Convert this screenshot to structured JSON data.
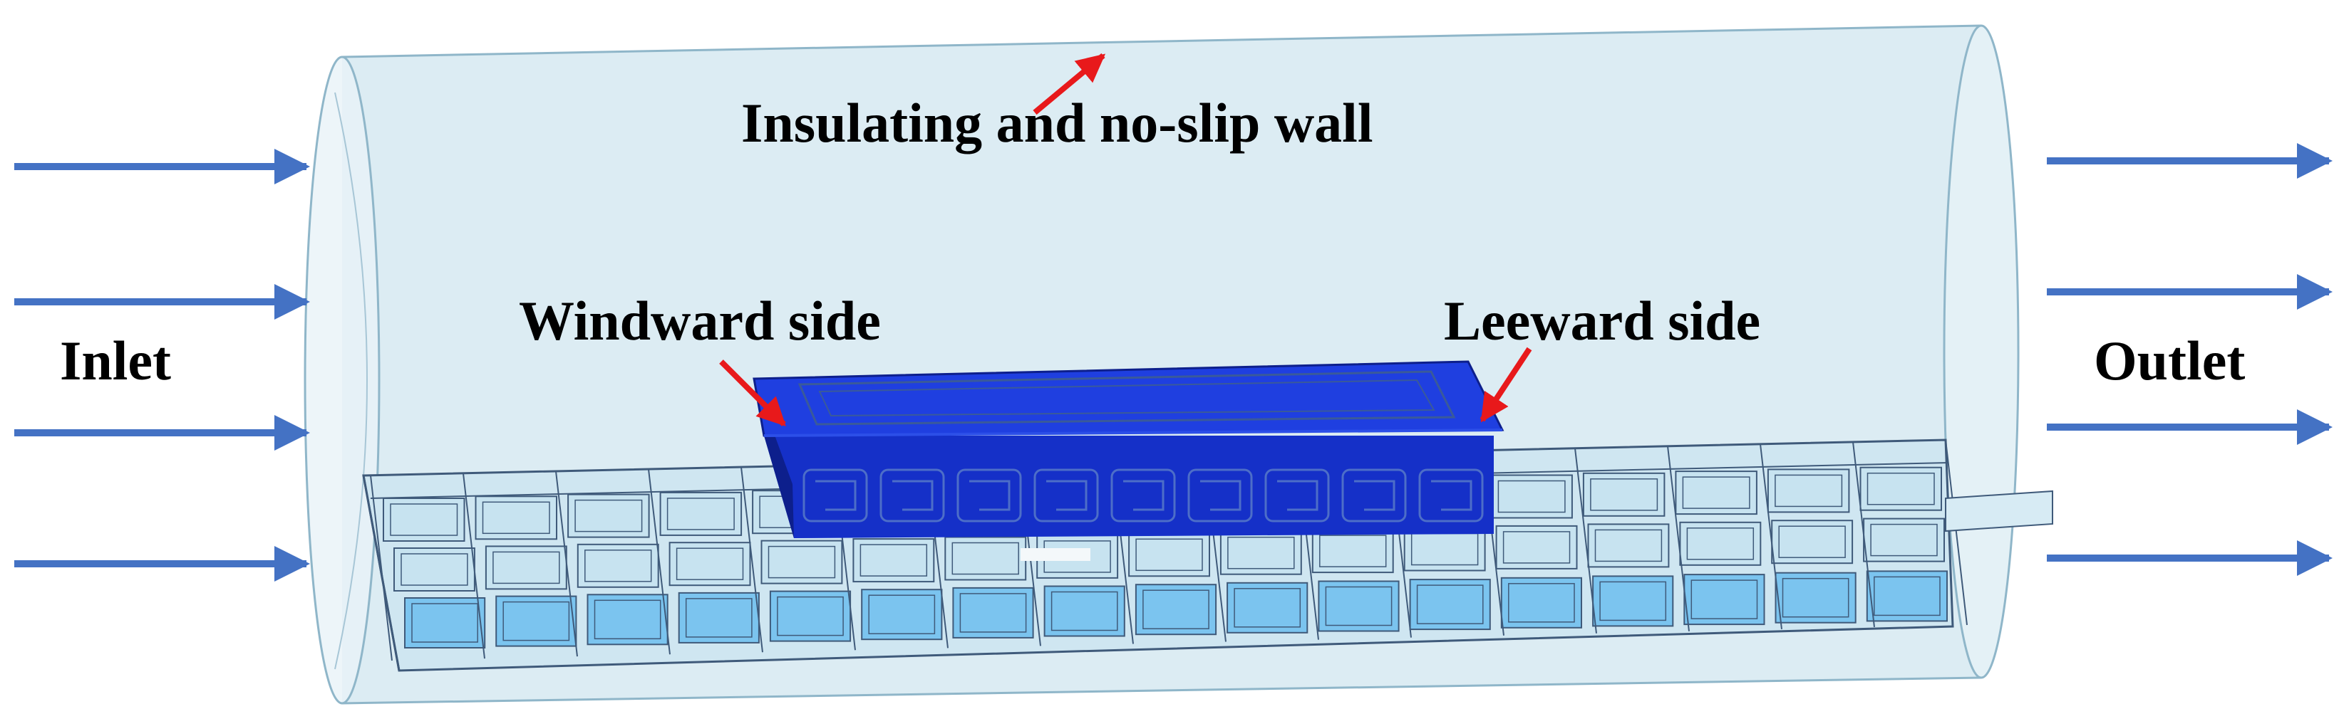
{
  "labels": {
    "inlet": "Inlet",
    "outlet": "Outlet",
    "wall": "Insulating and no-slip wall",
    "windward": "Windward side",
    "leeward": "Leeward side"
  },
  "colors": {
    "flow_arrow": "#4472c4",
    "pointer_arrow": "#e8191b",
    "domain_fill": "#dcecf3",
    "domain_edge": "#8fb6c9",
    "module_top": "#1f3fe0",
    "module_side": "#1530c8",
    "module_dark": "#0d1f8c",
    "lattice_line": "#3f5a7a",
    "lattice_cell": "#5fb8ee"
  },
  "icons": {
    "flow": "flow-arrow-icon",
    "pointer": "pointer-arrow-icon"
  }
}
